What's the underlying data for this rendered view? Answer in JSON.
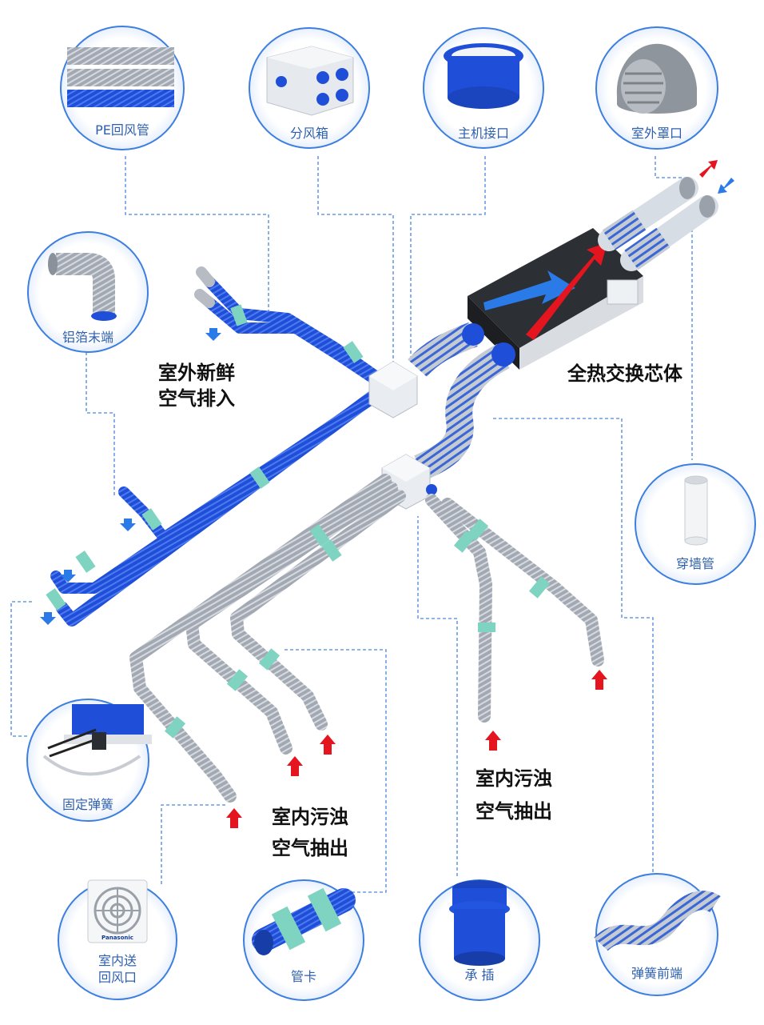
{
  "components": {
    "pe_return_pipe": "PE回风管",
    "distribution_box": "分风箱",
    "host_interface": "主机接口",
    "outdoor_hood": "室外罩口",
    "foil_end": "铝箔末端",
    "wall_pipe": "穿墙管",
    "fixing_spring": "固定弹簧",
    "indoor_vent_line1": "室内送",
    "indoor_vent_line2": "回风口",
    "pipe_clamp": "管卡",
    "socket": "承 插",
    "spring_front": "弹簧前端"
  },
  "labels": {
    "fresh_air_line1": "室外新鲜",
    "fresh_air_line2": "空气排入",
    "core_unit": "全热交换芯体",
    "dirty_air_a_line1": "室内污浊",
    "dirty_air_a_line2": "空气抽出",
    "dirty_air_b_line1": "室内污浊",
    "dirty_air_b_line2": "空气抽出"
  },
  "colors": {
    "circle_border": "#3d7fe0",
    "caption_text": "#2d5fb0",
    "blue_pipe": "#1f4fd8",
    "grey_pipe": "#a7adb7",
    "clip": "#7fd4c1",
    "red_arrow": "#e5151f",
    "blue_arrow": "#2a7be8",
    "host_unit": "#2c2f33"
  },
  "device_text": {
    "panasonic_brand": "Panasonic"
  }
}
